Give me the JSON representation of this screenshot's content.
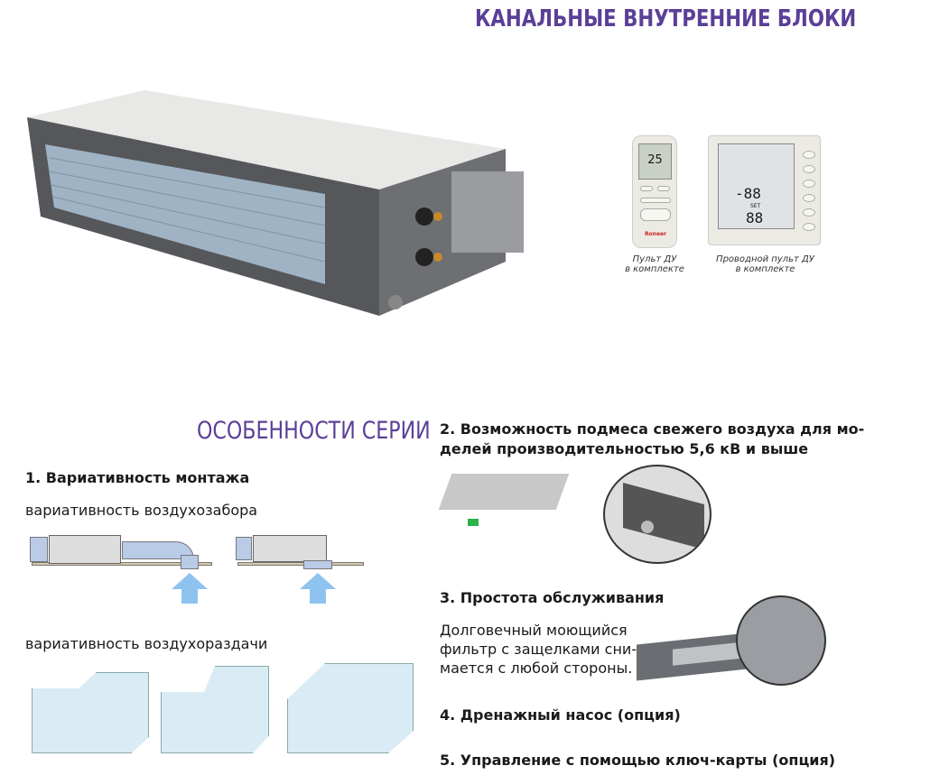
{
  "header": {
    "title": "КАНАЛЬНЫЕ ВНУТРЕННИЕ БЛОКИ"
  },
  "remotes": [
    {
      "caption_line1": "Пульт ДУ",
      "caption_line2": "в комплекте",
      "display": "25",
      "brand": "Roneer"
    },
    {
      "caption_line1": "Проводной пульт ДУ",
      "caption_line2": "в комплекте",
      "display_top": "-88",
      "display_bottom": "88",
      "set_label": "SET"
    }
  ],
  "features": {
    "title": "ОСОБЕННОСТИ СЕРИИ",
    "f1": {
      "heading": "1. Вариативность монтажа",
      "sub1": "вариативность воздухозабора",
      "sub2": "вариативность воздухораздачи"
    },
    "f2": {
      "heading_line1": "2. Возможность подмеса свежего воздуха для мо-",
      "heading_line2": "делей производительностью 5,6 кВ и выше"
    },
    "f3": {
      "heading": "3. Простота обслуживания",
      "text_line1": "Долговечный моющийся",
      "text_line2": "фильтр с защелками сни-",
      "text_line3": "мается с любой стороны."
    },
    "f4": {
      "heading": "4. Дренажный насос (опция)"
    },
    "f5": {
      "heading": "5. Управление с помощью ключ-карты (опция)"
    }
  }
}
